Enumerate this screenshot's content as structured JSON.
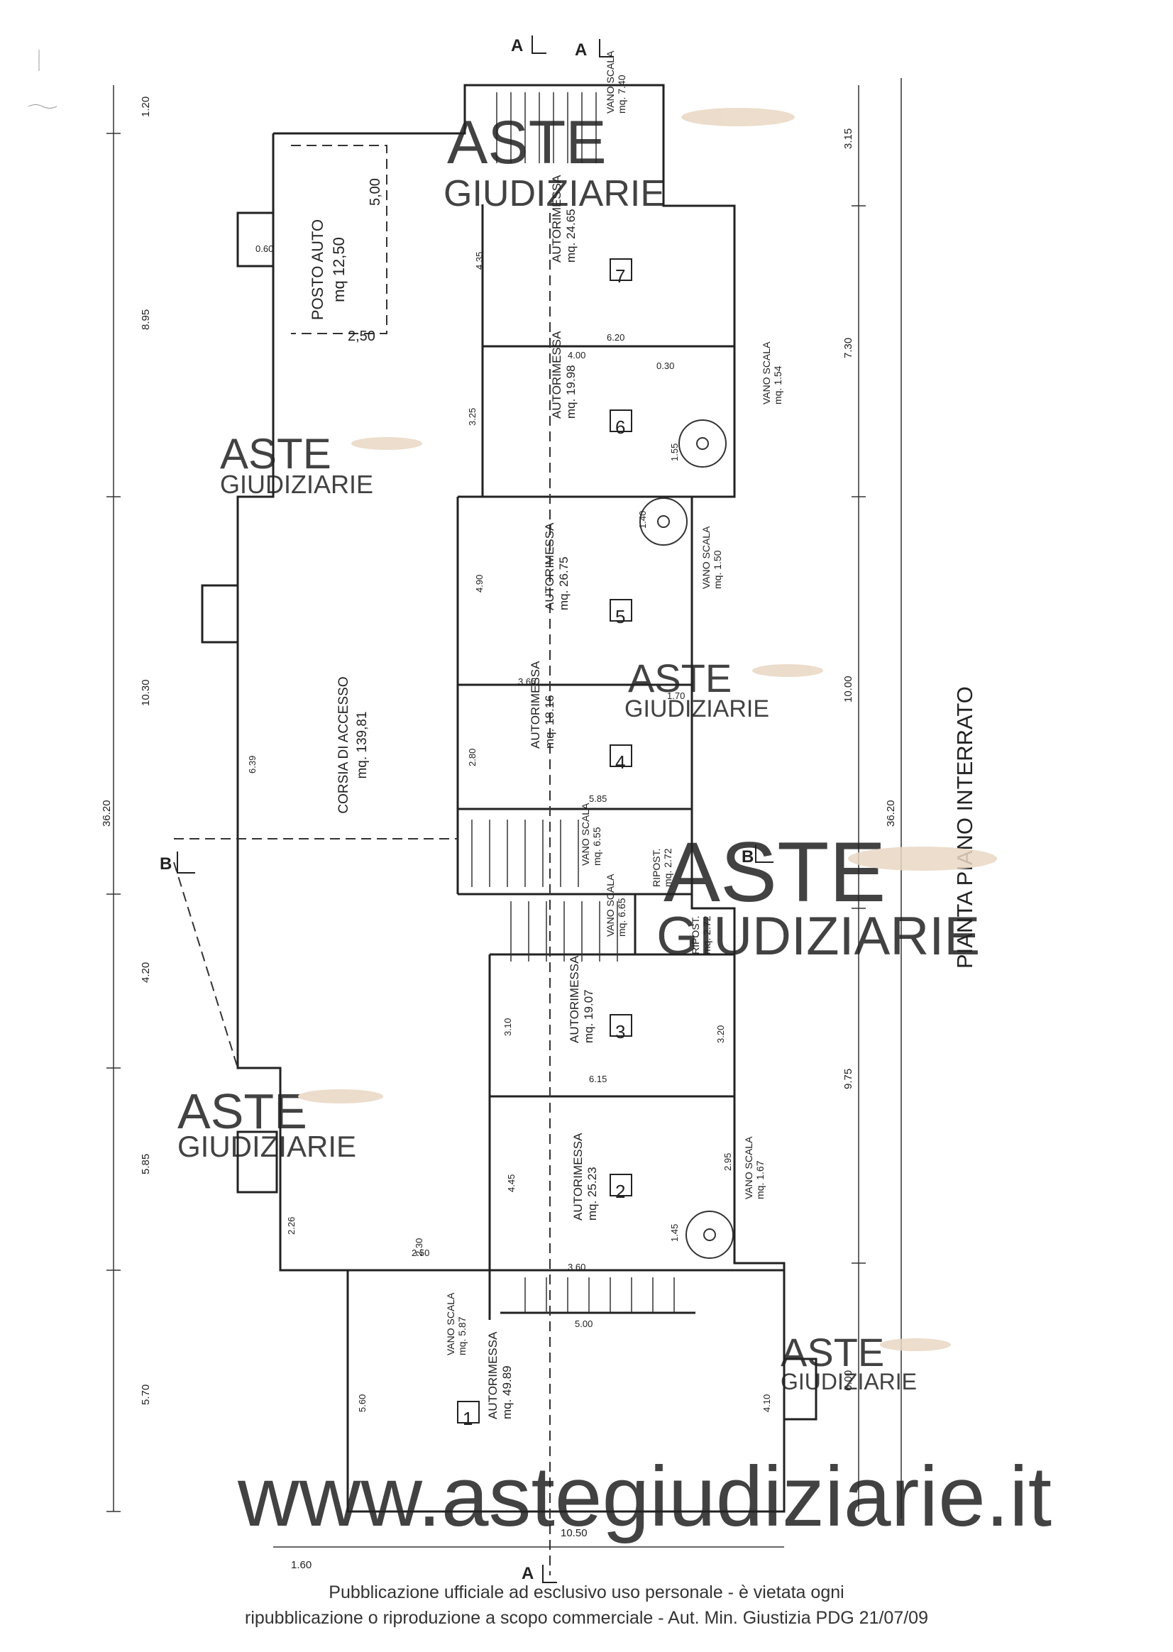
{
  "plan": {
    "title": "PIANTA PIANO INTERRATO",
    "section_a": "A",
    "section_b": "B",
    "corsia": {
      "name": "CORSIA DI ACCESSO",
      "area": "mq. 139,81"
    },
    "posto_auto": {
      "name": "POSTO AUTO",
      "area": "mq 12,50",
      "dims": [
        "5,00",
        "2,50"
      ]
    },
    "units": [
      {
        "num": "1",
        "name": "AUTORIMESSA",
        "area": "mq. 49.89"
      },
      {
        "num": "2",
        "name": "AUTORIMESSA",
        "area": "mq. 25.23"
      },
      {
        "num": "3",
        "name": "AUTORIMESSA",
        "area": "mq. 19.07"
      },
      {
        "num": "4",
        "name": "AUTORIMESSA",
        "area": "mq. 18.16"
      },
      {
        "num": "5",
        "name": "AUTORIMESSA",
        "area": "mq. 26.75"
      },
      {
        "num": "6",
        "name": "AUTORIMESSA",
        "area": "mq. 19.98"
      },
      {
        "num": "7",
        "name": "AUTORIMESSA",
        "area": "mq. 24.65"
      }
    ],
    "stairs": [
      {
        "name": "VANO SCALA",
        "area": "mq. 7.40"
      },
      {
        "name": "VANO SCALA",
        "area": "mq. 1.54"
      },
      {
        "name": "VANO SCALA",
        "area": "mq. 1.50"
      },
      {
        "name": "VANO SCALA",
        "area": "mq. 6.55"
      },
      {
        "name": "VANO SCALA",
        "area": "mq. 6.65"
      },
      {
        "name": "VANO SCALA",
        "area": "mq. 1.67"
      },
      {
        "name": "VANO SCALA",
        "area": "mq. 5.87"
      }
    ],
    "ripostigli": [
      {
        "name": "RIPOST.",
        "area": "mq. 2.72"
      },
      {
        "name": "RIPOST.",
        "area": "mq. 2.72"
      }
    ],
    "dims_left": [
      "1.20",
      "8.95",
      "10.30",
      "36.20",
      "4.20",
      "5.85",
      "5.70"
    ],
    "dims_right": [
      "3.15",
      "7.30",
      "10.00",
      "36.20",
      "9.75",
      "6.00"
    ],
    "dims_bottom": [
      "10.50",
      "1.60"
    ],
    "dims_inner": [
      "6.20",
      "4.00",
      "0.30",
      "3.65",
      "5.85",
      "1.70",
      "6.15",
      "3.60",
      "5.00",
      "2.50",
      "2.30",
      "3.10",
      "3.20",
      "4.35",
      "4.45",
      "4.90",
      "2.80",
      "3.25",
      "2.95",
      "1.45",
      "1.55",
      "1.40",
      "0.60",
      "2.26",
      "6.39",
      "5.60",
      "4.10"
    ]
  },
  "watermark": {
    "brand_top": "ASTE",
    "brand_bottom": "GIUDIZIARIE",
    "site": "www.astegiudiziarie.it"
  },
  "footer": {
    "line1": "Pubblicazione ufficiale ad esclusivo uso personale - è vietata ogni",
    "line2": "ripubblicazione o riproduzione a scopo commerciale - Aut. Min. Giustizia PDG 21/07/09"
  },
  "colors": {
    "line": "#222222",
    "watermark": "#c9cfd8",
    "gavel": "#e9d7c3"
  }
}
